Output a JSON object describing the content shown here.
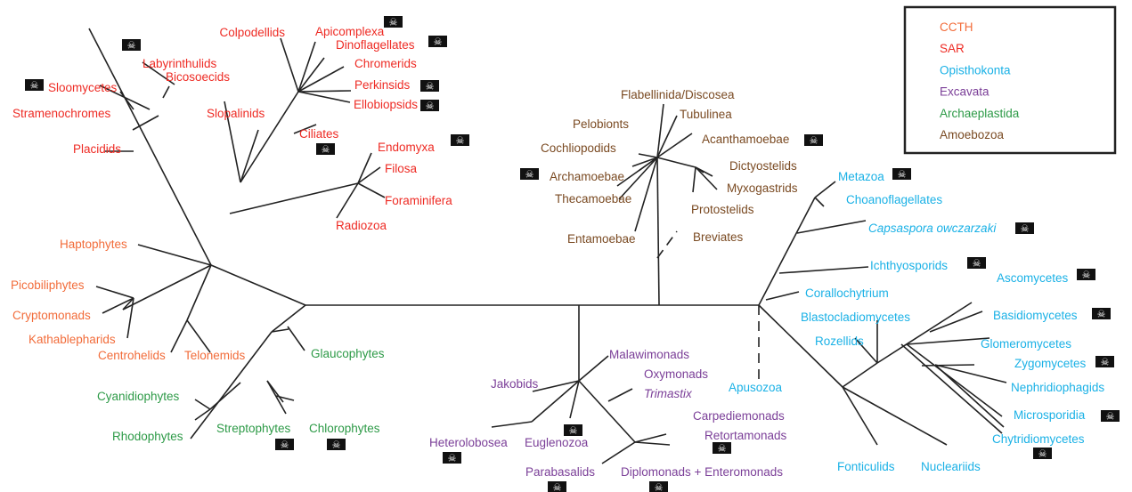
{
  "colors": {
    "CCTH": "#f26c3a",
    "SAR": "#ee2b24",
    "Opisthokonta": "#1ab1e6",
    "Excavata": "#7b3f98",
    "Archaeplastida": "#2d9a47",
    "Amoebozoa": "#7a4a22",
    "branch": "#222222",
    "skull_bg": "#111111",
    "skull_fg": "#ffffff"
  },
  "legend": {
    "entries": [
      {
        "label": "CCTH",
        "group": "CCTH"
      },
      {
        "label": "SAR",
        "group": "SAR"
      },
      {
        "label": "Opisthokonta",
        "group": "Opisthokonta"
      },
      {
        "label": "Excavata",
        "group": "Excavata"
      },
      {
        "label": "Archaeplastida",
        "group": "Archaeplastida"
      },
      {
        "label": "Amoebozoa",
        "group": "Amoebozoa"
      }
    ]
  },
  "skull_glyph": "☠",
  "taxa": [
    {
      "id": "colpodellids",
      "label": "Colpodellids",
      "group": "SAR",
      "skull": false
    },
    {
      "id": "apicomplexa",
      "label": "Apicomplexa",
      "group": "SAR",
      "skull": true
    },
    {
      "id": "dinoflagellates",
      "label": "Dinoflagellates",
      "group": "SAR",
      "skull": true
    },
    {
      "id": "chromerids",
      "label": "Chromerids",
      "group": "SAR",
      "skull": false
    },
    {
      "id": "perkinsids",
      "label": "Perkinsids",
      "group": "SAR",
      "skull": true
    },
    {
      "id": "ellobiopsids",
      "label": "Ellobiopsids",
      "group": "SAR",
      "skull": true
    },
    {
      "id": "labyrinthulids",
      "label": "Labyrinthulids",
      "group": "SAR",
      "skull": true
    },
    {
      "id": "bicosoecids",
      "label": "Bicosoecids",
      "group": "SAR",
      "skull": false
    },
    {
      "id": "sloomycetes",
      "label": "Sloomycetes",
      "group": "SAR",
      "skull": true
    },
    {
      "id": "stramenochromes",
      "label": "Stramenochromes",
      "group": "SAR",
      "skull": false
    },
    {
      "id": "slopalinids",
      "label": "Slopalinids",
      "group": "SAR",
      "skull": false
    },
    {
      "id": "placidids",
      "label": "Placidids",
      "group": "SAR",
      "skull": false
    },
    {
      "id": "ciliates",
      "label": "Ciliates",
      "group": "SAR",
      "skull": true
    },
    {
      "id": "endomyxa",
      "label": "Endomyxa",
      "group": "SAR",
      "skull": true
    },
    {
      "id": "filosa",
      "label": "Filosa",
      "group": "SAR",
      "skull": false
    },
    {
      "id": "foraminifera",
      "label": "Foraminifera",
      "group": "SAR",
      "skull": false
    },
    {
      "id": "radiozoa",
      "label": "Radiozoa",
      "group": "SAR",
      "skull": false
    },
    {
      "id": "haptophytes",
      "label": "Haptophytes",
      "group": "CCTH",
      "skull": false
    },
    {
      "id": "picobiliphytes",
      "label": "Picobiliphytes",
      "group": "CCTH",
      "skull": false
    },
    {
      "id": "cryptomonads",
      "label": "Cryptomonads",
      "group": "CCTH",
      "skull": false
    },
    {
      "id": "kathablepharids",
      "label": "Kathablepharids",
      "group": "CCTH",
      "skull": false
    },
    {
      "id": "centrohelids",
      "label": "Centrohelids",
      "group": "CCTH",
      "skull": false
    },
    {
      "id": "telonemids",
      "label": "Telonemids",
      "group": "CCTH",
      "skull": false
    },
    {
      "id": "glaucophytes",
      "label": "Glaucophytes",
      "group": "Archaeplastida",
      "skull": false
    },
    {
      "id": "cyanidiophytes",
      "label": "Cyanidiophytes",
      "group": "Archaeplastida",
      "skull": false
    },
    {
      "id": "rhodophytes",
      "label": "Rhodophytes",
      "group": "Archaeplastida",
      "skull": false
    },
    {
      "id": "streptophytes",
      "label": "Streptophytes",
      "group": "Archaeplastida",
      "skull": true
    },
    {
      "id": "chlorophytes",
      "label": "Chlorophytes",
      "group": "Archaeplastida",
      "skull": true
    },
    {
      "id": "flabellinida",
      "label": "Flabellinida/Discosea",
      "group": "Amoebozoa",
      "skull": false
    },
    {
      "id": "tubulinea",
      "label": "Tubulinea",
      "group": "Amoebozoa",
      "skull": false
    },
    {
      "id": "pelobionts",
      "label": "Pelobionts",
      "group": "Amoebozoa",
      "skull": false
    },
    {
      "id": "cochliopodids",
      "label": "Cochliopodids",
      "group": "Amoebozoa",
      "skull": false
    },
    {
      "id": "acanthamoebae",
      "label": "Acanthamoebae",
      "group": "Amoebozoa",
      "skull": true
    },
    {
      "id": "archamoebae",
      "label": "Archamoebae",
      "group": "Amoebozoa",
      "skull": true
    },
    {
      "id": "dictyostelids",
      "label": "Dictyostelids",
      "group": "Amoebozoa",
      "skull": false
    },
    {
      "id": "myxogastrids",
      "label": "Myxogastrids",
      "group": "Amoebozoa",
      "skull": false
    },
    {
      "id": "thecamoebae",
      "label": "Thecamoebae",
      "group": "Amoebozoa",
      "skull": false
    },
    {
      "id": "protostelids",
      "label": "Protostelids",
      "group": "Amoebozoa",
      "skull": false
    },
    {
      "id": "entamoebae",
      "label": "Entamoebae",
      "group": "Amoebozoa",
      "skull": false
    },
    {
      "id": "breviates",
      "label": "Breviates",
      "group": "Amoebozoa",
      "skull": false
    },
    {
      "id": "malawimonads",
      "label": "Malawimonads",
      "group": "Excavata",
      "skull": false
    },
    {
      "id": "jakobids",
      "label": "Jakobids",
      "group": "Excavata",
      "skull": false
    },
    {
      "id": "oxymonads",
      "label": "Oxymonads",
      "group": "Excavata",
      "skull": false
    },
    {
      "id": "trimastix",
      "label": "Trimastix",
      "group": "Excavata",
      "skull": false,
      "italic": true
    },
    {
      "id": "carpediemonads",
      "label": "Carpediemonads",
      "group": "Excavata",
      "skull": false
    },
    {
      "id": "retortamonads",
      "label": "Retortamonads",
      "group": "Excavata",
      "skull": true
    },
    {
      "id": "heterolobosea",
      "label": "Heterolobosea",
      "group": "Excavata",
      "skull": true
    },
    {
      "id": "euglenozoa",
      "label": "Euglenozoa",
      "group": "Excavata",
      "skull": true
    },
    {
      "id": "parabasalids",
      "label": "Parabasalids",
      "group": "Excavata",
      "skull": true
    },
    {
      "id": "diplomonads",
      "label": "Diplomonads + Enteromonads",
      "group": "Excavata",
      "skull": true
    },
    {
      "id": "metazoa",
      "label": "Metazoa",
      "group": "Opisthokonta",
      "skull": true
    },
    {
      "id": "choanoflagellates",
      "label": "Choanoflagellates",
      "group": "Opisthokonta",
      "skull": false
    },
    {
      "id": "capsaspora",
      "label": "Capsaspora owczarzaki",
      "group": "Opisthokonta",
      "skull": true,
      "italic": true
    },
    {
      "id": "ichthyosporids",
      "label": "Ichthyosporids",
      "group": "Opisthokonta",
      "skull": true
    },
    {
      "id": "corallochytrium",
      "label": "Corallochytrium",
      "group": "Opisthokonta",
      "skull": false
    },
    {
      "id": "ascomycetes",
      "label": "Ascomycetes",
      "group": "Opisthokonta",
      "skull": true
    },
    {
      "id": "blastocladiomycetes",
      "label": "Blastocladiomycetes",
      "group": "Opisthokonta",
      "skull": false
    },
    {
      "id": "basidiomycetes",
      "label": "Basidiomycetes",
      "group": "Opisthokonta",
      "skull": true
    },
    {
      "id": "rozellids",
      "label": "Rozellids",
      "group": "Opisthokonta",
      "skull": false
    },
    {
      "id": "glomeromycetes",
      "label": "Glomeromycetes",
      "group": "Opisthokonta",
      "skull": false
    },
    {
      "id": "zygomycetes",
      "label": "Zygomycetes",
      "group": "Opisthokonta",
      "skull": true
    },
    {
      "id": "apusozoa",
      "label": "Apusozoa",
      "group": "Opisthokonta",
      "skull": false
    },
    {
      "id": "nephridiophagids",
      "label": "Nephridiophagids",
      "group": "Opisthokonta",
      "skull": false
    },
    {
      "id": "microsporidia",
      "label": "Microsporidia",
      "group": "Opisthokonta",
      "skull": true
    },
    {
      "id": "chytridiomycetes",
      "label": "Chytridiomycetes",
      "group": "Opisthokonta",
      "skull": true
    },
    {
      "id": "fonticulids",
      "label": "Fonticulids",
      "group": "Opisthokonta",
      "skull": false
    },
    {
      "id": "nucleariids",
      "label": "Nucleariids",
      "group": "Opisthokonta",
      "skull": false
    }
  ]
}
